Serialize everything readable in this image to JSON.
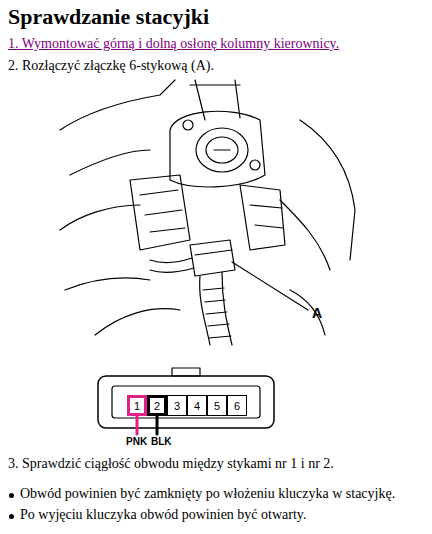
{
  "diagram": {
    "title": "Sprawdzanie stacyjki",
    "nodes": [
      {
        "text": [
          "1"
        ]
      },
      {
        "text": [
          "2"
        ]
      },
      {
        "text": [
          "3"
        ]
      },
      {
        "text": [
          "4"
        ]
      },
      {
        "text": [
          "5"
        ]
      },
      {
        "text": [
          "6"
        ]
      }
    ],
    "labels": [
      "1. Wymontować górną i dolną osłonę kolumny kierownicy.",
      "2. Rozłączyć złączkę 6-stykową (A).",
      "A",
      "PNK",
      "BLK",
      "3. Sprawdzić ciągłość obwodu między stykami nr 1 i nr 2.",
      "Obwód powinien być zamknięty po włożeniu kluczyka w stacyjkę.",
      "Po wyjęciu kluczyka obwód powinien być otwarty."
    ]
  }
}
